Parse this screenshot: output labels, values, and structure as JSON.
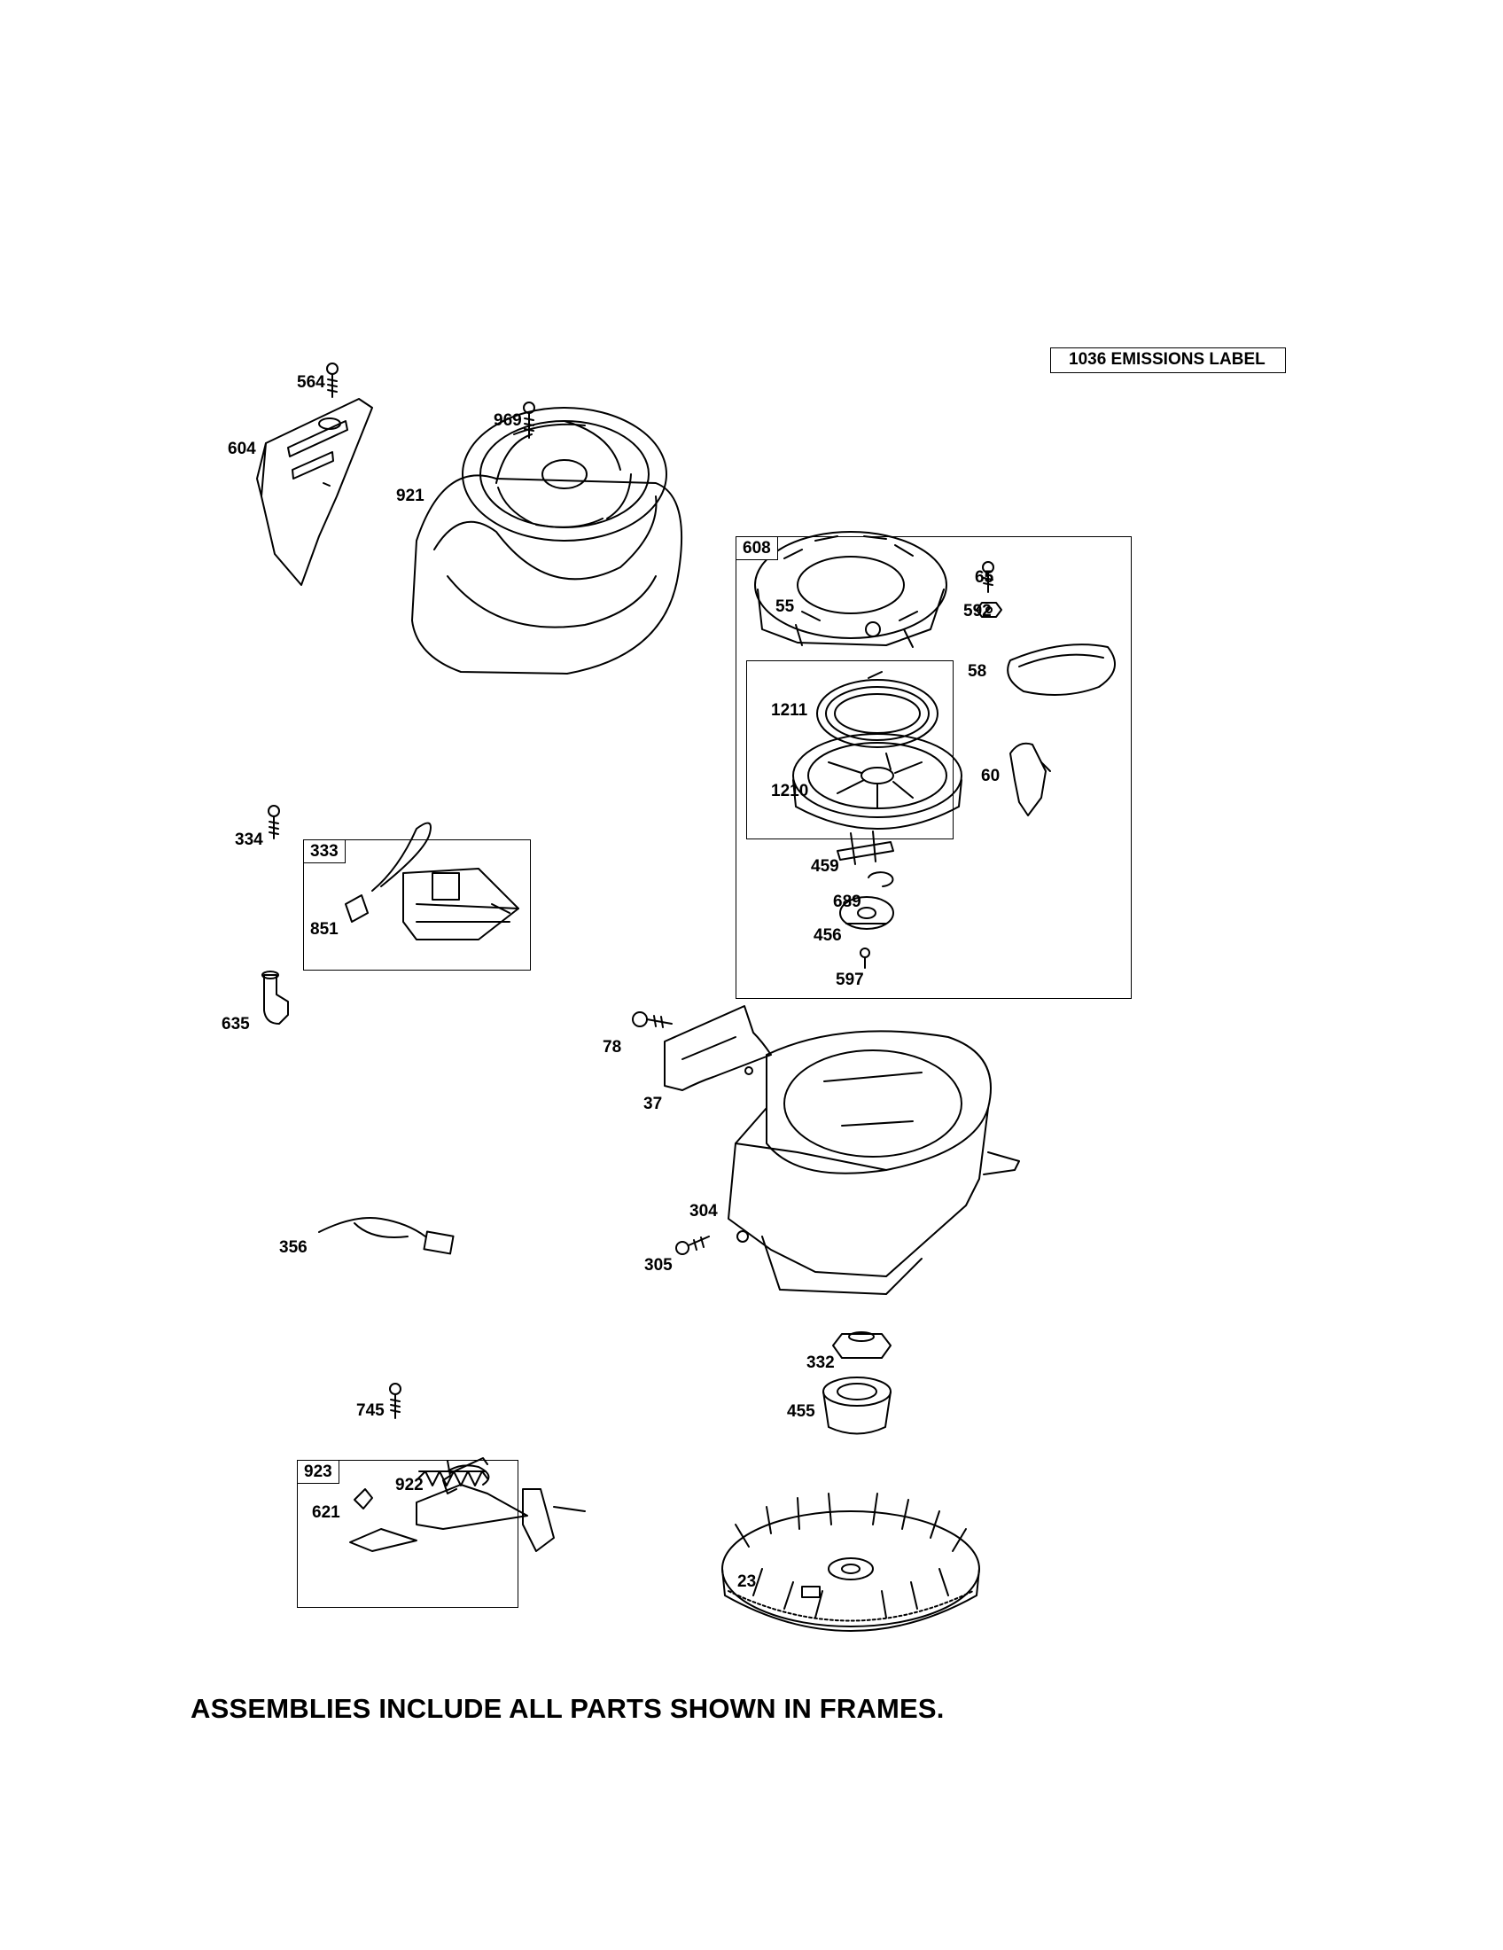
{
  "emissions_label": "1036 EMISSIONS LABEL",
  "footer_note": "ASSEMBLIES INCLUDE ALL PARTS SHOWN IN FRAMES.",
  "frames": {
    "f608": "608",
    "f333": "333",
    "f923": "923"
  },
  "parts": {
    "p564": "564",
    "p604": "604",
    "p969": "969",
    "p921": "921",
    "p55": "55",
    "p65": "65",
    "p592": "592",
    "p58": "58",
    "p1211": "1211",
    "p1210": "1210",
    "p60": "60",
    "p459": "459",
    "p689": "689",
    "p456": "456",
    "p597": "597",
    "p334": "334",
    "p851": "851",
    "p635": "635",
    "p78": "78",
    "p37": "37",
    "p304": "304",
    "p305": "305",
    "p356": "356",
    "p332": "332",
    "p455": "455",
    "p745": "745",
    "p922": "922",
    "p621": "621",
    "p23": "23"
  }
}
